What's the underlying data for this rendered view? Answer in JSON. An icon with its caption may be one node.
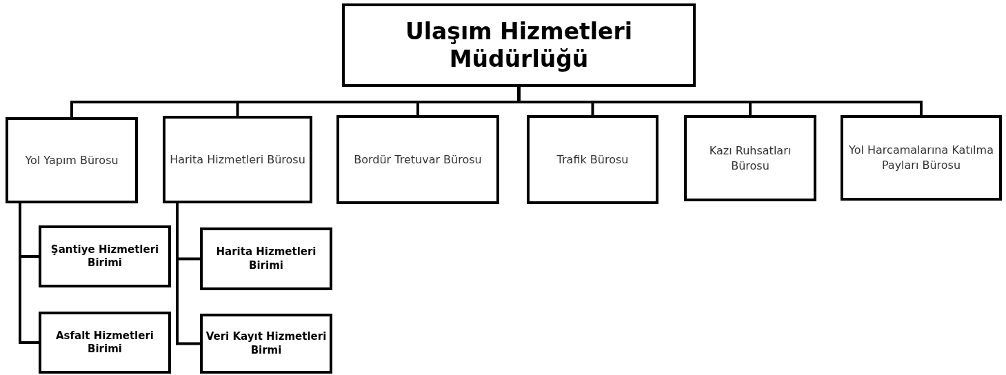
{
  "diagram": {
    "nodes": [
      {
        "text": [
          "Ulaşım Hizmetleri Müdürlüğü"
        ]
      },
      {
        "text": [
          "Yol Yapım Bürosu"
        ]
      },
      {
        "text": [
          "Harita Hizmetleri Bürosu"
        ]
      },
      {
        "text": [
          "Bordür Tretuvar Bürosu"
        ]
      },
      {
        "text": [
          "Trafik Bürosu"
        ]
      },
      {
        "text": [
          "Kazı Ruhsatları Bürosu"
        ]
      },
      {
        "text": [
          "Yol Harcamalarına Katılma Payları Bürosu"
        ]
      },
      {
        "text": [
          "Şantiye Hizmetleri Birimi"
        ]
      },
      {
        "text": [
          "Asfalt Hizmetleri Birimi"
        ]
      },
      {
        "text": [
          "Harita Hizmetleri Birimi"
        ]
      },
      {
        "text": [
          "Veri Kayıt Hizmetleri Birmi"
        ]
      }
    ],
    "edges": [
      {
        "from": 0,
        "to": 1,
        "arrow": "none"
      },
      {
        "from": 0,
        "to": 2,
        "arrow": "none"
      },
      {
        "from": 0,
        "to": 3,
        "arrow": "none"
      },
      {
        "from": 0,
        "to": 4,
        "arrow": "none"
      },
      {
        "from": 0,
        "to": 5,
        "arrow": "none"
      },
      {
        "from": 0,
        "to": 6,
        "arrow": "none"
      },
      {
        "from": 1,
        "to": 7,
        "arrow": "none"
      },
      {
        "from": 1,
        "to": 8,
        "arrow": "none"
      },
      {
        "from": 2,
        "to": 9,
        "arrow": "none"
      },
      {
        "from": 2,
        "to": 10,
        "arrow": "none"
      }
    ]
  }
}
